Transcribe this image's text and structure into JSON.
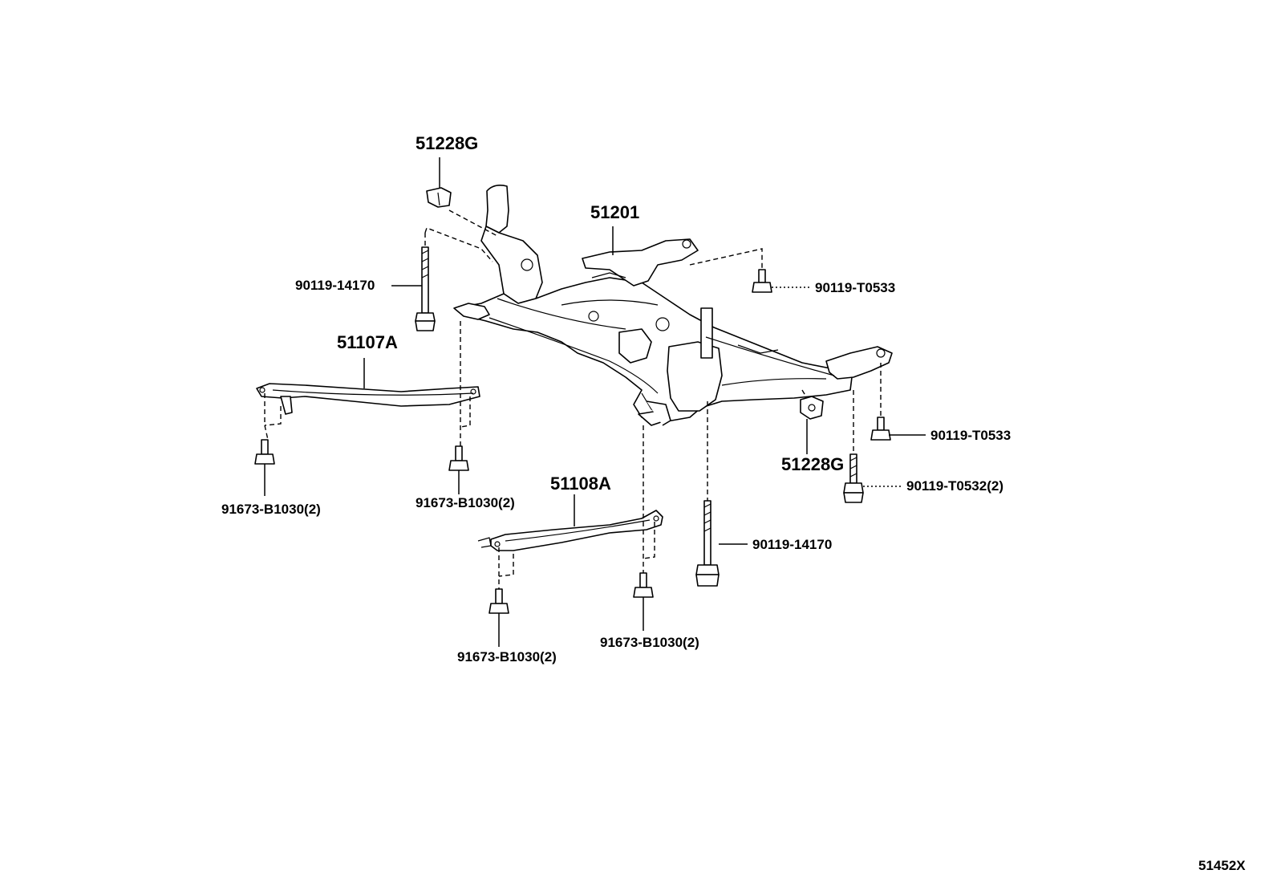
{
  "figure_id": "51452X",
  "parts": [
    {
      "key": "clip_upper",
      "part_no": "51228G"
    },
    {
      "key": "crossmember",
      "part_no": "51201"
    },
    {
      "key": "bolt_left_rear",
      "part_no": "90119-14170"
    },
    {
      "key": "bolt_right_front_top",
      "part_no": "90119-T0533"
    },
    {
      "key": "brace_left",
      "part_no": "51107A"
    },
    {
      "key": "bolt_right_mid",
      "part_no": "90119-T0533"
    },
    {
      "key": "bolt_right_lower",
      "part_no": "90119-T0532(2)"
    },
    {
      "key": "clip_lower",
      "part_no": "51228G"
    },
    {
      "key": "bolt_brace_left_a",
      "part_no": "91673-B1030(2)"
    },
    {
      "key": "bolt_brace_left_b",
      "part_no": "91673-B1030(2)"
    },
    {
      "key": "brace_right",
      "part_no": "51108A"
    },
    {
      "key": "bolt_center_long",
      "part_no": "90119-14170"
    },
    {
      "key": "bolt_brace_right_a",
      "part_no": "91673-B1030(2)"
    },
    {
      "key": "bolt_brace_right_b",
      "part_no": "91673-B1030(2)"
    }
  ]
}
